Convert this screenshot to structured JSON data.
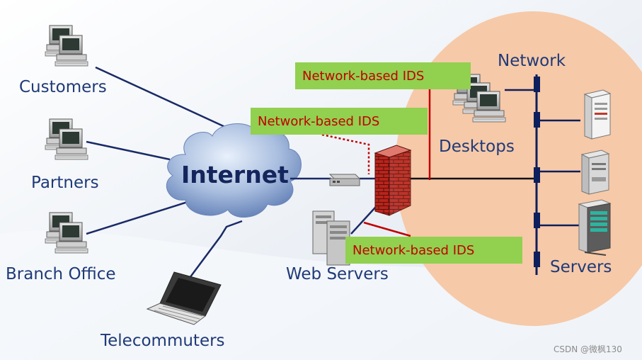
{
  "labels": {
    "customers": "Customers",
    "partners": "Partners",
    "branch_office": "Branch Office",
    "telecommuters": "Telecommuters",
    "internet": "Internet",
    "web_servers": "Web Servers",
    "desktops": "Desktops",
    "network": "Network",
    "servers": "Servers"
  },
  "ids_labels": [
    "Network-based IDS",
    "Network-based IDS",
    "Network-based IDS"
  ],
  "watermark": "CSDN @微枫130",
  "colors": {
    "link_line": "#1a2a66",
    "ids_box": "#92d050",
    "ids_text": "#c00000",
    "ids_line": "#c00000",
    "network_zone": "#f6c9a8",
    "backbone": "#0d1f5c",
    "firewall": "#c0392b"
  }
}
